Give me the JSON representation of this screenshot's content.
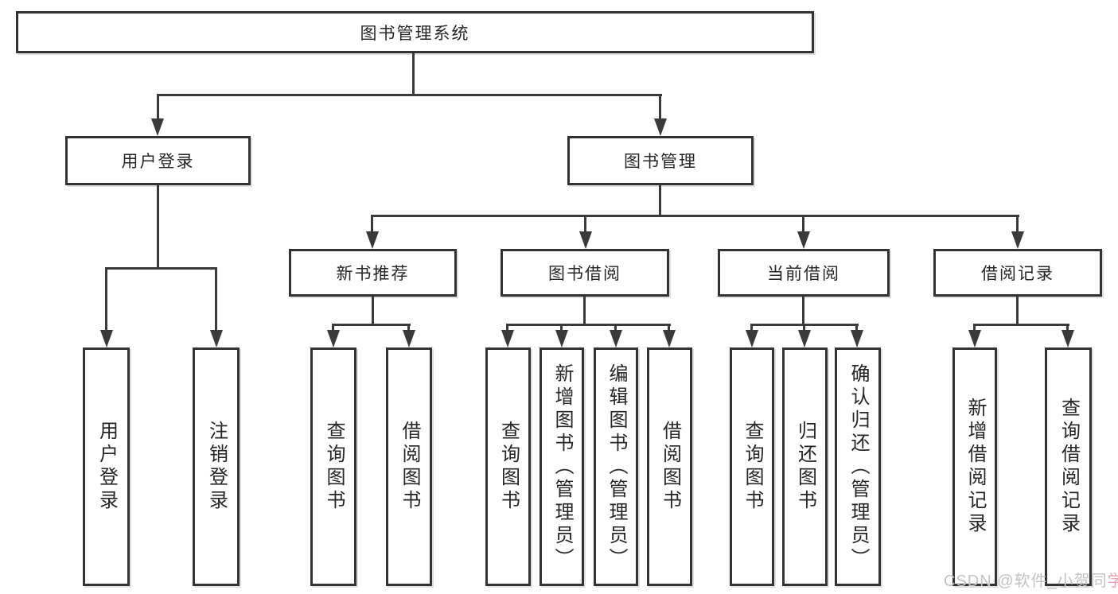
{
  "diagram": {
    "title": "图书管理系统",
    "level2": {
      "user_login": "用户登录",
      "book_management": "图书管理"
    },
    "level3": {
      "new_book_recommend": "新书推荐",
      "book_borrow": "图书借阅",
      "current_borrow": "当前借阅",
      "borrow_record": "借阅记录"
    },
    "leaves": {
      "user_login_leaf": "用户登录",
      "logout": "注销登录",
      "recommend_query_book": "查询图书",
      "recommend_borrow_book": "借阅图书",
      "borrow_query_book": "查询图书",
      "borrow_add_book": "新增图书（管理员）",
      "borrow_edit_book": "编辑图书（管理员）",
      "borrow_borrow_book": "借阅图书",
      "current_query_book": "查询图书",
      "current_return_book": "归还图书",
      "current_confirm_return": "确认归还（管理员）",
      "record_add": "新增借阅记录",
      "record_query": "查询借阅记录"
    }
  },
  "watermark": {
    "prefix": "CSDN @软件_小贺同",
    "accent_char": "学"
  },
  "colors": {
    "line": "#3a3a3a",
    "box_border": "#333333",
    "text": "#262626",
    "background": "#ffffff",
    "watermark_gray": "#c3c3c3",
    "watermark_pink": "#eba4b2"
  }
}
